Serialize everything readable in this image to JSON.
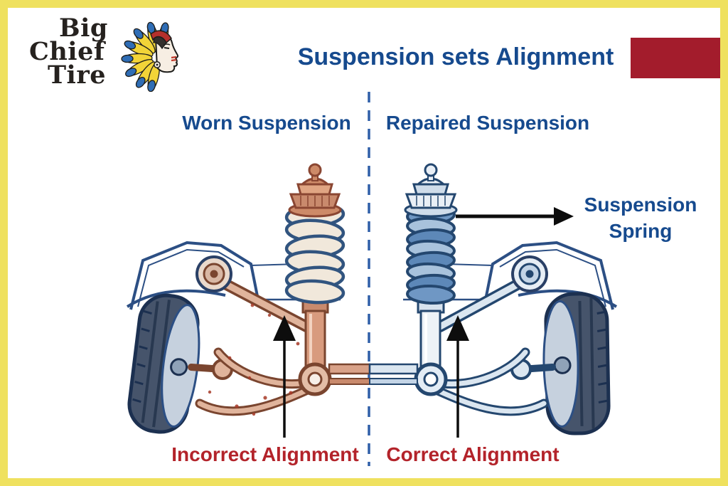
{
  "brand": {
    "name": "Big Chief Tire",
    "line1": "Big",
    "line2": "Chief",
    "line3": "Tire"
  },
  "header": {
    "title": "Suspension sets Alignment"
  },
  "sections": {
    "left_heading": "Worn Suspension",
    "right_heading": "Repaired Suspension"
  },
  "callouts": {
    "spring_line1": "Suspension",
    "spring_line2": "Spring",
    "left_caption": "Incorrect Alignment",
    "right_caption": "Correct Alignment"
  },
  "colors": {
    "border_yellow": "#efe15f",
    "heading_blue": "#164a8e",
    "caption_red": "#b3232a",
    "accent_red": "#a31c2c",
    "sketch_blue": "#2a4066",
    "rust_brown": "#7a452f"
  }
}
